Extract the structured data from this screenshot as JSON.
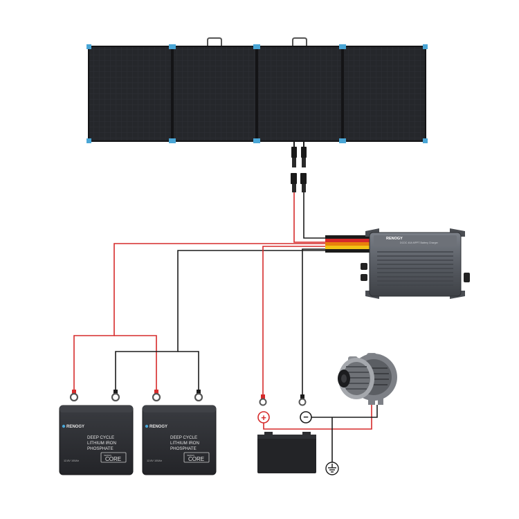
{
  "colors": {
    "panel_frame": "#1c1d20",
    "panel_cell": "#2a2c31",
    "panel_corner": "#4aa6d6",
    "wire_red": "#d62a2a",
    "wire_black": "#1a1a1a",
    "charger_body": "#5d6168",
    "battery_body": "#2d2f33",
    "starter_body": "#1f1f22",
    "accent_orange": "#e8820c",
    "accent_yellow": "#f2c315"
  },
  "charger": {
    "brand": "RENOGY",
    "model_text": "DCDC 40A MPPT Battery Charger"
  },
  "batteries": [
    {
      "brand": "RENOGY",
      "line1": "DEEP CYCLE",
      "line2": "LITHIUM IRON",
      "line3": "PHOSPHATE",
      "spec": "12.8V 100Ah",
      "series": "CORE",
      "series_tag": "SERIES"
    },
    {
      "brand": "RENOGY",
      "line1": "DEEP CYCLE",
      "line2": "LITHIUM IRON",
      "line3": "PHOSPHATE",
      "spec": "12.8V 100Ah",
      "series": "CORE",
      "series_tag": "SERIES"
    }
  ],
  "starter_battery": {
    "positive_symbol": "+",
    "negative_symbol": "−"
  },
  "icons": [
    "solar-panel-icon",
    "dc-charger-icon",
    "alternator-icon",
    "ground-icon",
    "ring-terminal-icon",
    "mc4-connector-icon"
  ]
}
